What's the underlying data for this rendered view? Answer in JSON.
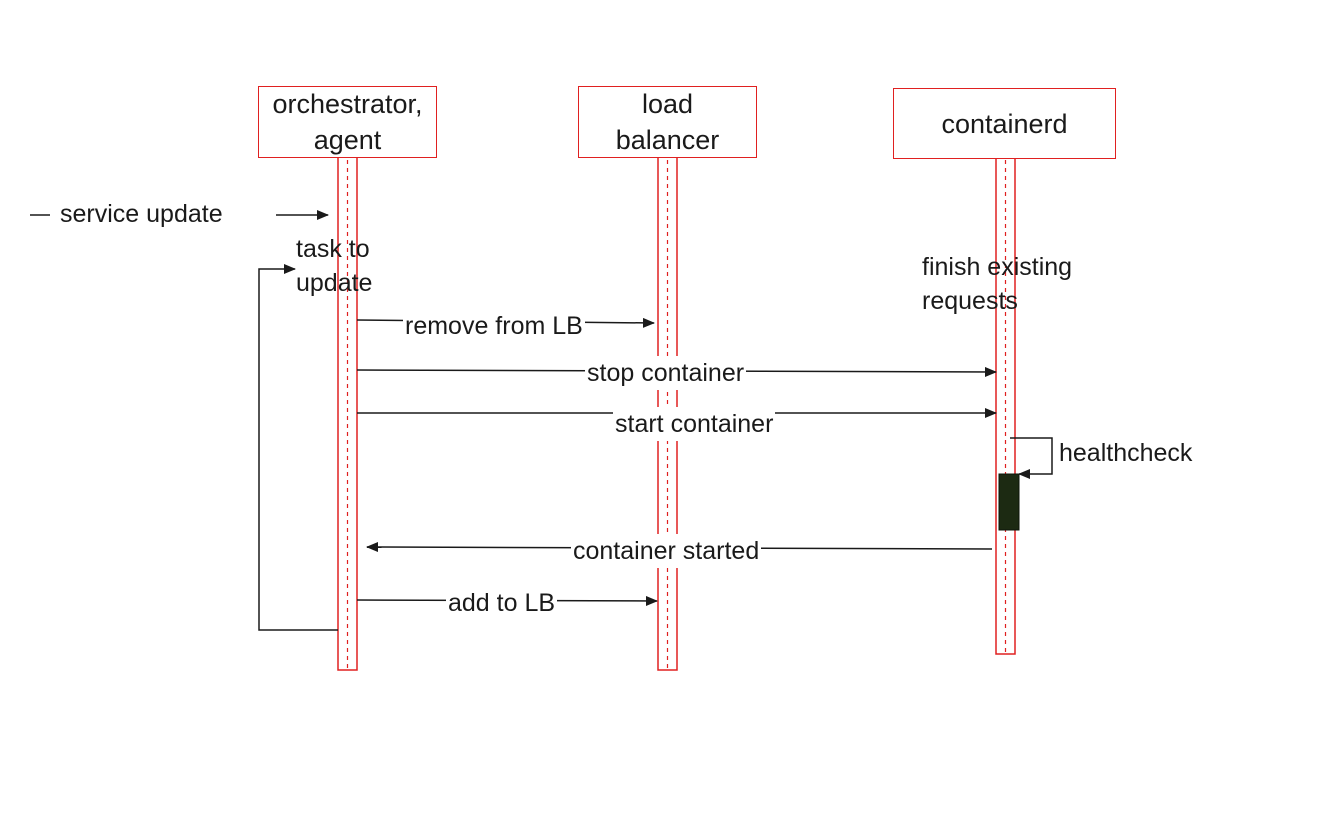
{
  "participants": {
    "orchestrator": "orchestrator,\nagent",
    "load_balancer": "load\nbalancer",
    "containerd": "containerd"
  },
  "messages": {
    "service_update": "service update",
    "task_to_update": "task to\nupdate",
    "finish_existing_requests": "finish existing\nrequests",
    "remove_from_lb": "remove from LB",
    "stop_container": "stop container",
    "start_container": "start container",
    "healthcheck": "healthcheck",
    "container_started": "container started",
    "add_to_lb": "add to LB"
  },
  "colors": {
    "lifeline": "#e02020",
    "arrow": "#1a1a1a",
    "activation": "#1c2a12"
  }
}
